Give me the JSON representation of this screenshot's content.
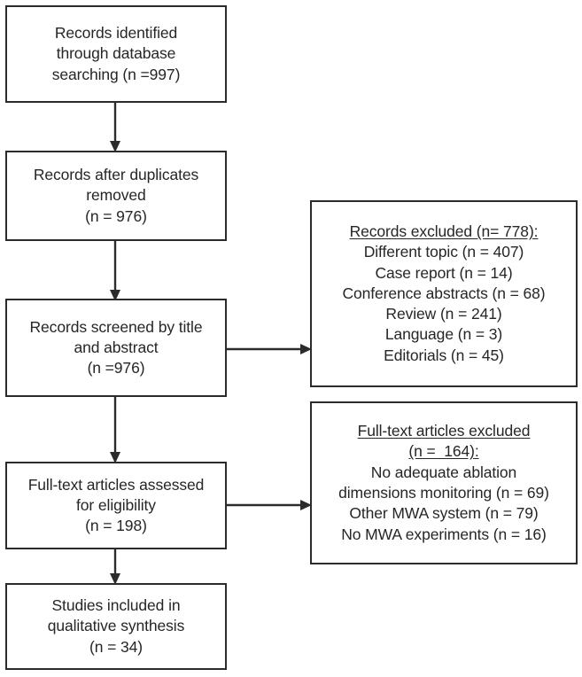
{
  "diagram": {
    "type": "prisma-flow-diagram",
    "accent_color": "#2b2b2b",
    "text_color": "#262626",
    "background": "#ffffff",
    "nodes": {
      "identified": {
        "lines": [
          "Records identified",
          "through database",
          "searching (n =997)"
        ]
      },
      "duplicates": {
        "lines": [
          "Records after duplicates",
          "removed",
          "(n = 976)"
        ]
      },
      "screened": {
        "lines": [
          "Records screened by title",
          "and abstract",
          "(n =976)"
        ]
      },
      "fulltext_assessed": {
        "lines": [
          "Full-text articles assessed",
          "for eligibility",
          "(n = 198)"
        ]
      },
      "included": {
        "lines": [
          "Studies included in",
          "qualitative synthesis",
          "(n = 34)"
        ]
      },
      "records_excluded": {
        "heading": "Records excluded (n= 778):",
        "lines": [
          "Different topic (n = 407)",
          "Case report (n = 14)",
          "Conference abstracts (n = 68)",
          "Review (n = 241)",
          "Language (n = 3)",
          "Editorials (n = 45)"
        ]
      },
      "fulltext_excluded": {
        "heading_line1": "Full-text articles excluded",
        "heading_line2": "(n =  164):",
        "lines": [
          "No adequate ablation",
          "dimensions monitoring (n = 69)",
          "Other MWA system (n = 79)",
          "No MWA experiments (n = 16)"
        ]
      }
    },
    "connectors": [
      {
        "name": "identified-to-duplicates",
        "direction": "down"
      },
      {
        "name": "duplicates-to-screened",
        "direction": "down"
      },
      {
        "name": "screened-to-fulltext",
        "direction": "down"
      },
      {
        "name": "fulltext-to-included",
        "direction": "down"
      },
      {
        "name": "screened-to-records-excluded",
        "direction": "right"
      },
      {
        "name": "fulltext-to-fulltext-excluded",
        "direction": "right"
      }
    ]
  }
}
